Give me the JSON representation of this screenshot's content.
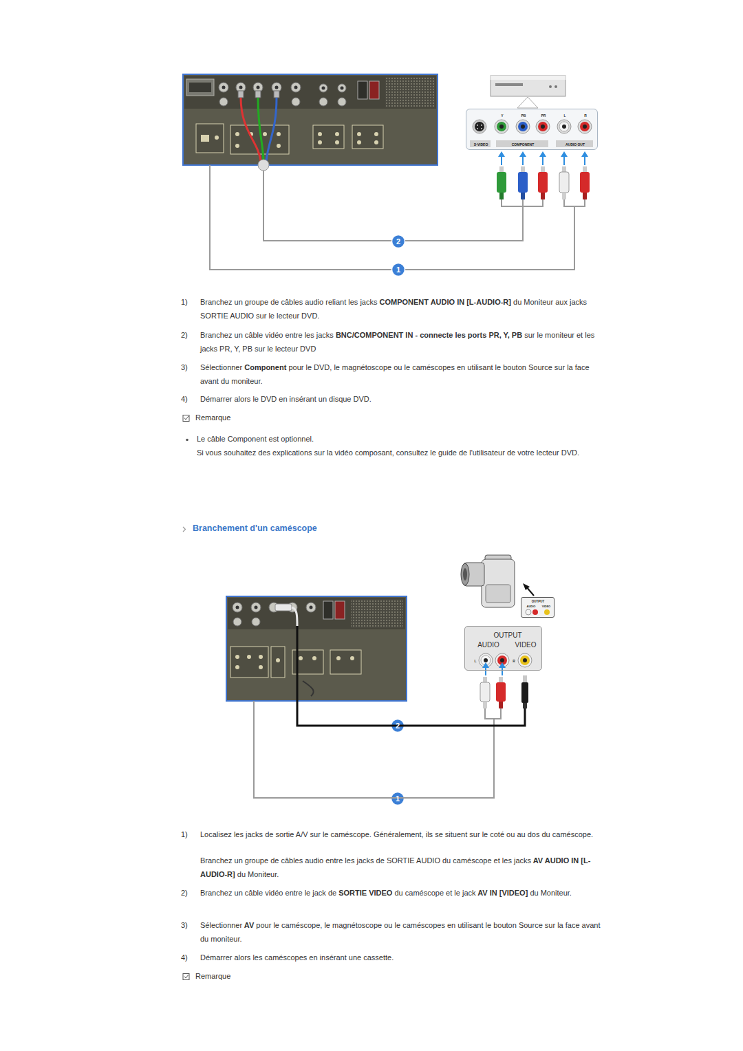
{
  "diagram": {
    "nodes": [
      {
        "text": [
          "Y",
          "PB",
          "PR",
          "L",
          "R",
          "S-VIDEO",
          "COMPONENT",
          "AUDIO OUT"
        ]
      },
      {
        "text": [
          "OUTPUT",
          "AUDIO",
          "VIDEO"
        ]
      },
      {
        "text": [
          "OUTPUT",
          "AUDIO",
          "VIDEO",
          "L",
          "R"
        ]
      }
    ],
    "labels": [
      "2",
      "1",
      "1)",
      "Branchez un groupe de câbles audio reliant les jacks",
      "COMPONENT AUDIO IN [L-AUDIO-R]",
      "du Moniteur aux jacks SORTIE AUDIO sur le lecteur DVD.",
      "2)",
      "Branchez un câble vidéo entre les jacks",
      "BNC/COMPONENT IN - connecte les ports PR, Y, PB",
      "sur le moniteur et les jacks PR, Y, PB sur le lecteur DVD",
      "3)",
      "Sélectionner",
      "Component",
      "pour le DVD, le magnétoscope ou le caméscopes en utilisant le bouton Source sur la face avant du moniteur.",
      "4)",
      "Démarrer alors le DVD en insérant un disque DVD.",
      "Remarque",
      "Le câble Component est optionnel.",
      "Si vous souhaitez des explications sur la vidéo composant, consultez le guide de l'utilisateur de votre lecteur DVD.",
      "Branchement d'un caméscope",
      "2",
      "1",
      "1)",
      "Localisez les jacks de sortie A/V sur le caméscope. Généralement, ils se situent sur le coté ou au dos du caméscope.",
      "Branchez un groupe de câbles audio entre les jacks de SORTIE AUDIO du caméscope et les jacks",
      "AV AUDIO IN [L-AUDIO-R]",
      "du Moniteur.",
      "2)",
      "Branchez un câble vidéo entre le jack de",
      "SORTIE VIDEO",
      "du caméscope et le jack",
      "AV IN [VIDEO]",
      "du Moniteur.",
      "3)",
      "Sélectionner",
      "AV",
      "pour le caméscope, le magnétoscope ou le caméscopes en utilisant le bouton Source sur la face avant du moniteur.",
      "4)",
      "Démarrer alors les caméscopes en insérant une cassette.",
      "Remarque"
    ]
  }
}
